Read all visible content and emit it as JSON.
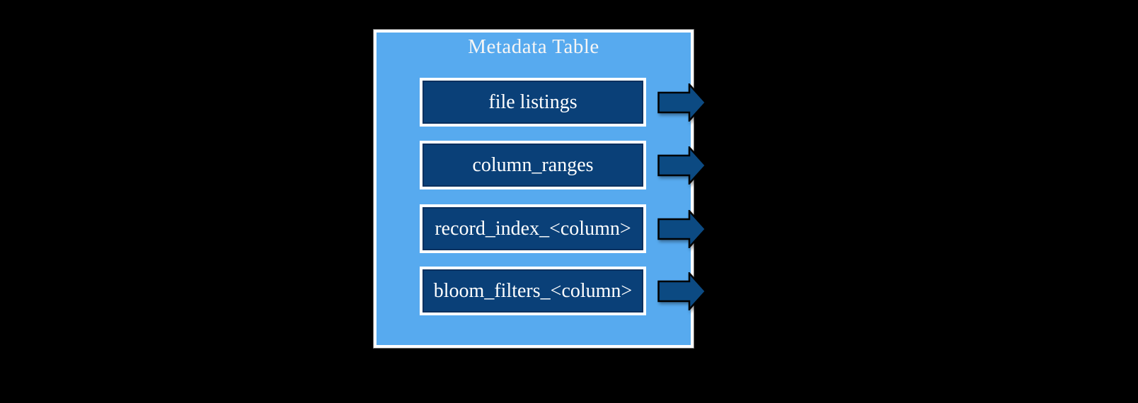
{
  "diagram": {
    "title": "Metadata Table",
    "rows": [
      {
        "label": "file listings",
        "icon": "arrow-right"
      },
      {
        "label": "column_ranges",
        "icon": "arrow-right"
      },
      {
        "label": "record_index_<column>",
        "icon": "arrow-right"
      },
      {
        "label": "bloom_filters_<column>",
        "icon": "arrow-right"
      }
    ],
    "colors": {
      "page_background": "#000000",
      "container_fill": "#57AAEF",
      "container_border": "#FFFFFF",
      "box_fill": "#0A4078",
      "box_border": "#FFFFFF",
      "arrow_fill": "#0C4A82",
      "arrow_outline": "#000000",
      "title_text": "#F5F5F5",
      "label_text": "#FFFFFF"
    }
  }
}
